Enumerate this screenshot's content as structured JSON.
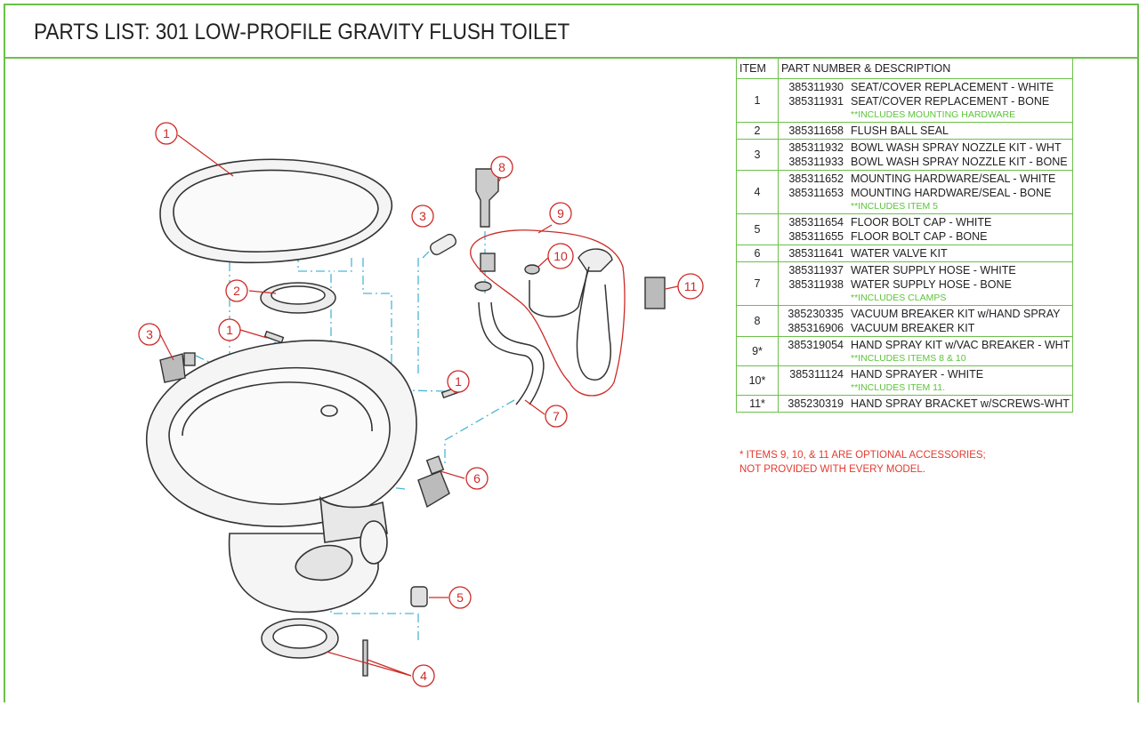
{
  "title": "PARTS LIST:  301 LOW-PROFILE GRAVITY FLUSH TOILET",
  "table": {
    "headers": [
      "ITEM",
      "PART NUMBER & DESCRIPTION"
    ],
    "rows": [
      {
        "item": "1",
        "lines": [
          [
            "385311930",
            "SEAT/COVER REPLACEMENT - WHITE"
          ],
          [
            "385311931",
            "SEAT/COVER REPLACEMENT - BONE"
          ]
        ],
        "note": "**INCLUDES MOUNTING HARDWARE"
      },
      {
        "item": "2",
        "lines": [
          [
            "385311658",
            "FLUSH BALL SEAL"
          ]
        ],
        "note": ""
      },
      {
        "item": "3",
        "lines": [
          [
            "385311932",
            "BOWL WASH SPRAY NOZZLE KIT - WHT"
          ],
          [
            "385311933",
            "BOWL WASH SPRAY NOZZLE KIT - BONE"
          ]
        ],
        "note": ""
      },
      {
        "item": "4",
        "lines": [
          [
            "385311652",
            "MOUNTING HARDWARE/SEAL - WHITE"
          ],
          [
            "385311653",
            "MOUNTING HARDWARE/SEAL - BONE"
          ]
        ],
        "note": "**INCLUDES ITEM 5"
      },
      {
        "item": "5",
        "lines": [
          [
            "385311654",
            "FLOOR BOLT CAP - WHITE"
          ],
          [
            "385311655",
            "FLOOR BOLT CAP - BONE"
          ]
        ],
        "note": ""
      },
      {
        "item": "6",
        "lines": [
          [
            "385311641",
            "WATER VALVE KIT"
          ]
        ],
        "note": ""
      },
      {
        "item": "7",
        "lines": [
          [
            "385311937",
            "WATER SUPPLY HOSE - WHITE"
          ],
          [
            "385311938",
            "WATER SUPPLY HOSE - BONE"
          ]
        ],
        "note": "**INCLUDES CLAMPS"
      },
      {
        "item": "8",
        "lines": [
          [
            "385230335",
            "VACUUM BREAKER KIT w/HAND SPRAY"
          ],
          [
            "385316906",
            "VACUUM BREAKER KIT"
          ]
        ],
        "note": ""
      },
      {
        "item": "9*",
        "lines": [
          [
            "385319054",
            "HAND SPRAY KIT w/VAC BREAKER - WHT"
          ]
        ],
        "note": "**INCLUDES ITEMS 8 & 10"
      },
      {
        "item": "10*",
        "lines": [
          [
            "385311124",
            "HAND SPRAYER - WHITE"
          ]
        ],
        "note": "**INCLUDES ITEM 11."
      },
      {
        "item": "11*",
        "lines": [
          [
            "385230319",
            "HAND SPRAY BRACKET w/SCREWS-WHT"
          ]
        ],
        "note": ""
      }
    ]
  },
  "footnote": [
    "* ITEMS 9, 10, & 11 ARE OPTIONAL ACCESSORIES;",
    "NOT PROVIDED WITH EVERY MODEL."
  ],
  "callouts": [
    "1",
    "2",
    "3",
    "1",
    "1",
    "3",
    "8",
    "9",
    "10",
    "11",
    "7",
    "6",
    "5",
    "4"
  ],
  "colors": {
    "border": "#6cc04a",
    "note": "#5cc43a",
    "callout": "#cc2a26",
    "leader": "#4ab6d6"
  }
}
